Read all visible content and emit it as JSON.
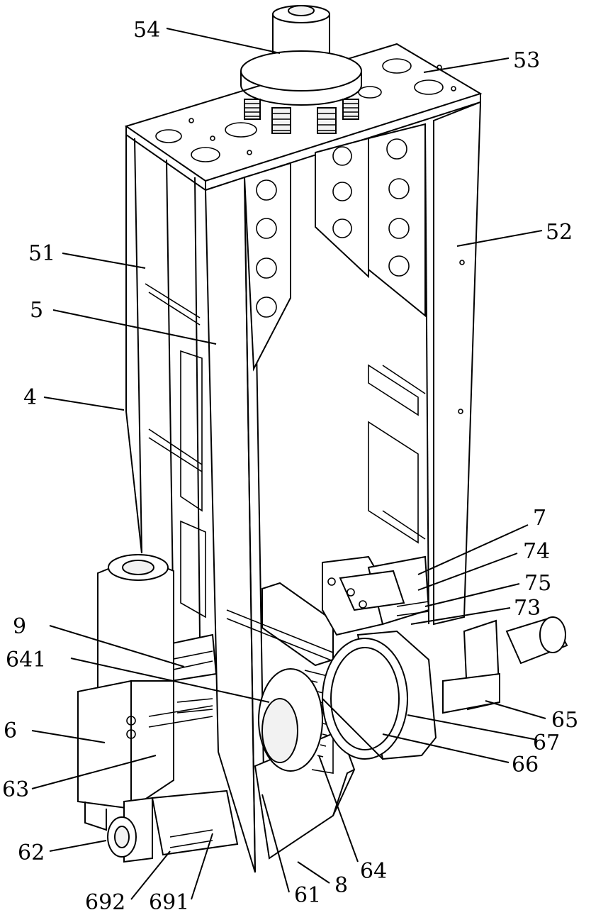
{
  "labels": {
    "l54": "54",
    "l53": "53",
    "l51": "51",
    "l52": "52",
    "l5": "5",
    "l4": "4",
    "l7": "7",
    "l74": "74",
    "l75": "75",
    "l73": "73",
    "l9": "9",
    "l641": "641",
    "l65": "65",
    "l6": "6",
    "l67": "67",
    "l66": "66",
    "l63": "63",
    "l62": "62",
    "l64": "64",
    "l8": "8",
    "l61": "61",
    "l692": "692",
    "l691": "691"
  }
}
